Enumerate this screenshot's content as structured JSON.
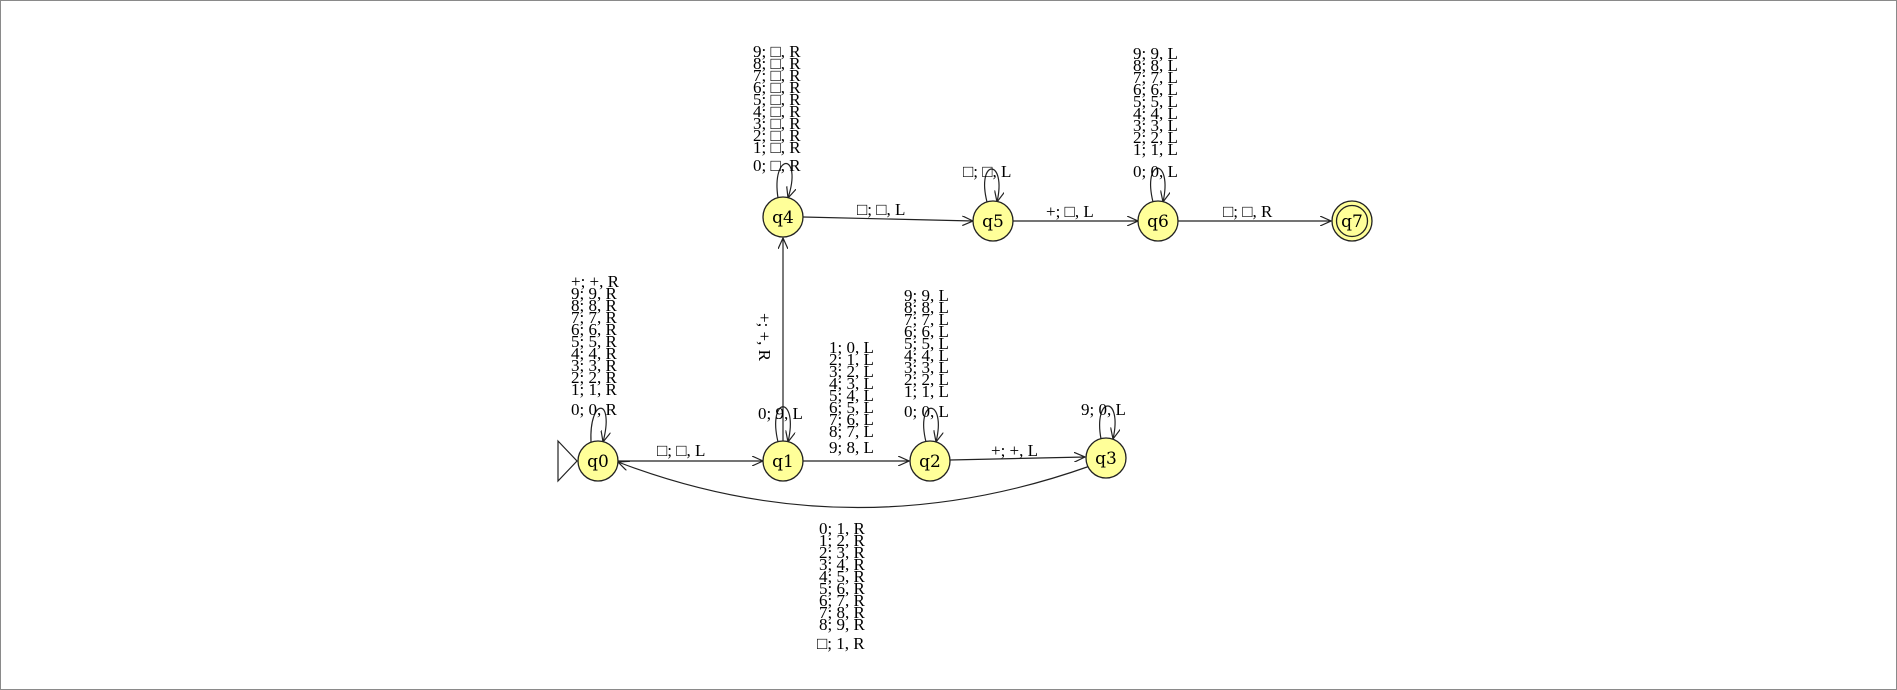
{
  "colors": {
    "state_fill": "#ffff99",
    "stroke": "#222222",
    "background": "#ffffff"
  },
  "states": [
    {
      "id": "q0",
      "label": "q0",
      "initial": true,
      "final": false
    },
    {
      "id": "q1",
      "label": "q1",
      "initial": false,
      "final": false
    },
    {
      "id": "q2",
      "label": "q2",
      "initial": false,
      "final": false
    },
    {
      "id": "q3",
      "label": "q3",
      "initial": false,
      "final": false
    },
    {
      "id": "q4",
      "label": "q4",
      "initial": false,
      "final": false
    },
    {
      "id": "q5",
      "label": "q5",
      "initial": false,
      "final": false
    },
    {
      "id": "q6",
      "label": "q6",
      "initial": false,
      "final": false
    },
    {
      "id": "q7",
      "label": "q7",
      "initial": false,
      "final": true
    }
  ],
  "transitions": [
    {
      "id": "t-q0-loop",
      "from": "q0",
      "to": "q0",
      "labels": [
        "+; +, R",
        "9; 9, R",
        "8; 8, R",
        "7; 7, R",
        "6; 6, R",
        "5; 5, R",
        "4; 4, R",
        "3; 3, R",
        "2; 2, R",
        "1; 1, R",
        "0; 0, R"
      ]
    },
    {
      "id": "t-q0-q1",
      "from": "q0",
      "to": "q1",
      "labels": [
        "□; □, L"
      ]
    },
    {
      "id": "t-q1-loop",
      "from": "q1",
      "to": "q1",
      "labels": [
        "0; 9, L"
      ]
    },
    {
      "id": "t-q1-q4",
      "from": "q1",
      "to": "q4",
      "labels": [
        "+; +, R"
      ]
    },
    {
      "id": "t-q1-q2",
      "from": "q1",
      "to": "q2",
      "labels": [
        "1; 0, L",
        "2; 1, L",
        "3; 2, L",
        "4; 3, L",
        "5; 4, L",
        "6; 5, L",
        "7; 6, L",
        "8; 7, L",
        "9; 8, L"
      ]
    },
    {
      "id": "t-q2-loop",
      "from": "q2",
      "to": "q2",
      "labels": [
        "9; 9, L",
        "8; 8, L",
        "7; 7, L",
        "6; 6, L",
        "5; 5, L",
        "4; 4, L",
        "3; 3, L",
        "2; 2, L",
        "1; 1, L",
        "0; 0, L"
      ]
    },
    {
      "id": "t-q2-q3",
      "from": "q2",
      "to": "q3",
      "labels": [
        "+; +, L"
      ]
    },
    {
      "id": "t-q3-loop",
      "from": "q3",
      "to": "q3",
      "labels": [
        "9; 0, L"
      ]
    },
    {
      "id": "t-q3-q0",
      "from": "q3",
      "to": "q0",
      "labels": [
        "0; 1, R",
        "1; 2, R",
        "2; 3, R",
        "3; 4, R",
        "4; 5, R",
        "5; 6, R",
        "6; 7, R",
        "7; 8, R",
        "8; 9, R",
        "□; 1, R"
      ]
    },
    {
      "id": "t-q4-loop",
      "from": "q4",
      "to": "q4",
      "labels": [
        "9; □, R",
        "8; □, R",
        "7; □, R",
        "6; □, R",
        "5; □, R",
        "4; □, R",
        "3; □, R",
        "2; □, R",
        "1; □, R",
        "0; □, R"
      ]
    },
    {
      "id": "t-q4-q5",
      "from": "q4",
      "to": "q5",
      "labels": [
        "□; □, L"
      ]
    },
    {
      "id": "t-q5-loop",
      "from": "q5",
      "to": "q5",
      "labels": [
        "□; □, L"
      ]
    },
    {
      "id": "t-q5-q6",
      "from": "q5",
      "to": "q6",
      "labels": [
        "+; □, L"
      ]
    },
    {
      "id": "t-q6-loop",
      "from": "q6",
      "to": "q6",
      "labels": [
        "9; 9, L",
        "8; 8, L",
        "7; 7, L",
        "6; 6, L",
        "5; 5, L",
        "4; 4, L",
        "3; 3, L",
        "2; 2, L",
        "1; 1, L",
        "0; 0, L"
      ]
    },
    {
      "id": "t-q6-q7",
      "from": "q6",
      "to": "q7",
      "labels": [
        "□; □, R"
      ]
    }
  ]
}
